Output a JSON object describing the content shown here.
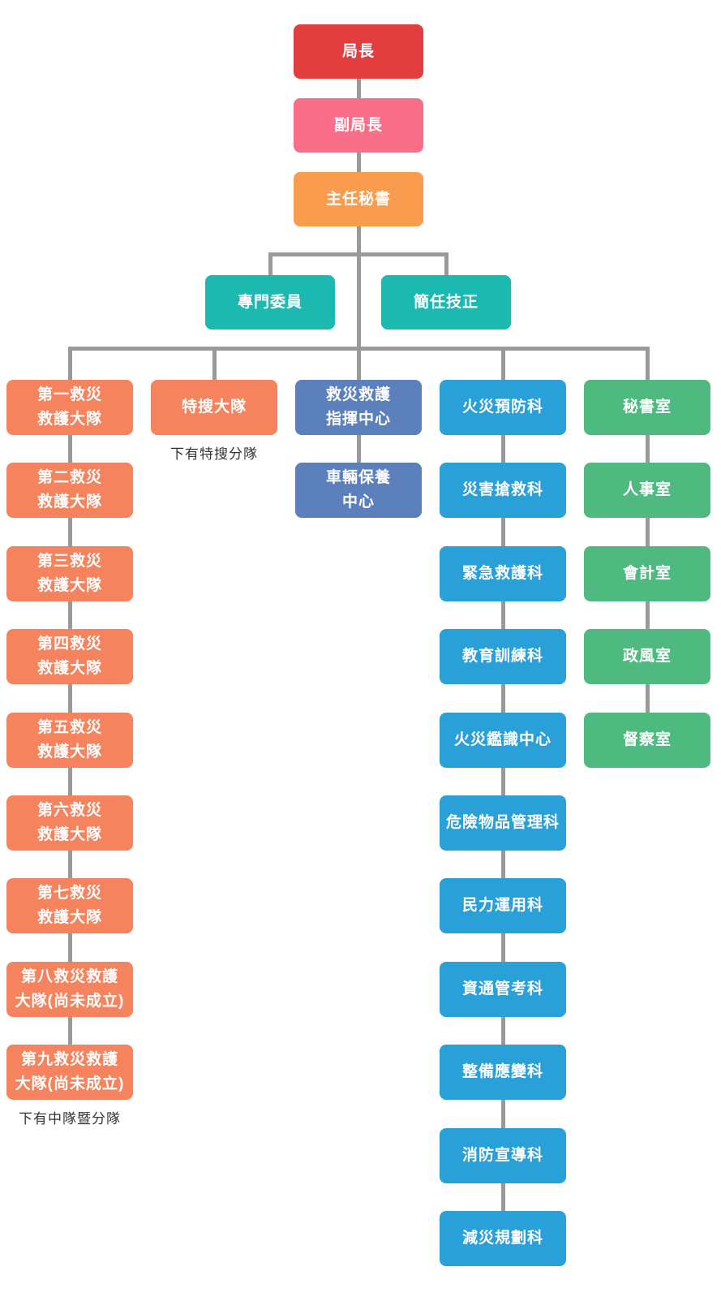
{
  "palette": {
    "red": "#E23E40",
    "pink": "#F96E88",
    "orange": "#F99C4E",
    "teal": "#1CB9B1",
    "salmon": "#F5845E",
    "indigo": "#5C80BC",
    "blue": "#29A0D8",
    "green": "#4FBA80",
    "line": "#999999",
    "note_text": "#333333"
  },
  "org": {
    "top_chain": [
      {
        "label": "局長",
        "color": "red"
      },
      {
        "label": "副局長",
        "color": "pink"
      },
      {
        "label": "主任秘書",
        "color": "orange"
      }
    ],
    "staff_row": [
      {
        "label": "專門委員",
        "color": "teal"
      },
      {
        "label": "簡任技正",
        "color": "teal"
      }
    ],
    "columns": [
      {
        "key": "rescue-brigades",
        "color": "salmon",
        "items": [
          "第一救災\n救護大隊",
          "第二救災\n救護大隊",
          "第三救災\n救護大隊",
          "第四救災\n救護大隊",
          "第五救災\n救護大隊",
          "第六救災\n救護大隊",
          "第七救災\n救護大隊",
          "第八救災救護\n大隊(尚未成立)",
          "第九救災救護\n大隊(尚未成立)"
        ],
        "note": "下有中隊暨分隊"
      },
      {
        "key": "special-search-brigade",
        "color": "salmon",
        "items": [
          "特搜大隊"
        ],
        "note": "下有特搜分隊"
      },
      {
        "key": "command-center",
        "color": "indigo",
        "items": [
          "救災救護\n指揮中心",
          "車輛保養\n中心"
        ]
      },
      {
        "key": "divisions",
        "color": "blue",
        "items": [
          "火災預防科",
          "災害搶救科",
          "緊急救護科",
          "教育訓練科",
          "火災鑑識中心",
          "危險物品管理科",
          "民力運用科",
          "資通管考科",
          "整備應變科",
          "消防宣導科",
          "減災規劃科"
        ]
      },
      {
        "key": "offices",
        "color": "green",
        "items": [
          "秘書室",
          "人事室",
          "會計室",
          "政風室",
          "督察室"
        ]
      }
    ]
  }
}
